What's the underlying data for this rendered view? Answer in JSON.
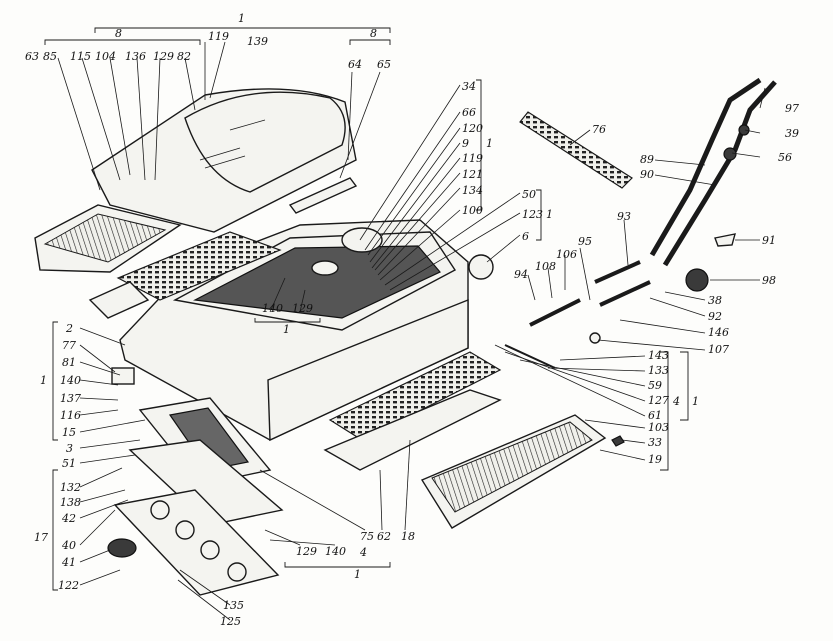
{
  "callouts": {
    "c1_top": "1",
    "c8_left": "8",
    "c8_right": "8",
    "c119_top": "119",
    "c139_top": "139",
    "c63": "63",
    "c85": "85",
    "c115": "115",
    "c104": "104",
    "c136": "136",
    "c129_top": "129",
    "c82": "82",
    "c64": "64",
    "c65": "65",
    "c34": "34",
    "c66": "66",
    "c120": "120",
    "c9": "9",
    "c119_mid": "119",
    "c121": "121",
    "c134": "134",
    "c100": "100",
    "c1_mid": "1",
    "c50": "50",
    "c123": "123",
    "c6": "6",
    "c1_right": "1",
    "c76": "76",
    "c97": "97",
    "c39": "39",
    "c56": "56",
    "c89": "89",
    "c90": "90",
    "c93": "93",
    "c91": "91",
    "c98": "98",
    "c38": "38",
    "c92": "92",
    "c146": "146",
    "c107": "107",
    "c94": "94",
    "c108": "108",
    "c106": "106",
    "c95": "95",
    "c143": "143",
    "c133": "133",
    "c59": "59",
    "c127": "127",
    "c61": "61",
    "c103": "103",
    "c33": "33",
    "c19": "19",
    "c4_right": "4",
    "c1_far": "1",
    "c140_mid": "140",
    "c129_mid": "129",
    "c1_center": "1",
    "c2": "2",
    "c77": "77",
    "c81": "81",
    "c140_left": "140",
    "c137": "137",
    "c116": "116",
    "c15": "15",
    "c3": "3",
    "c51": "51",
    "c1_left": "1",
    "c132": "132",
    "c138": "138",
    "c42": "42",
    "c17": "17",
    "c40": "40",
    "c41": "41",
    "c122": "122",
    "c135": "135",
    "c125": "125",
    "c129_bot": "129",
    "c140_bot": "140",
    "c75": "75",
    "c4_bot": "4",
    "c1_bot": "1",
    "c62": "62",
    "c18": "18"
  }
}
